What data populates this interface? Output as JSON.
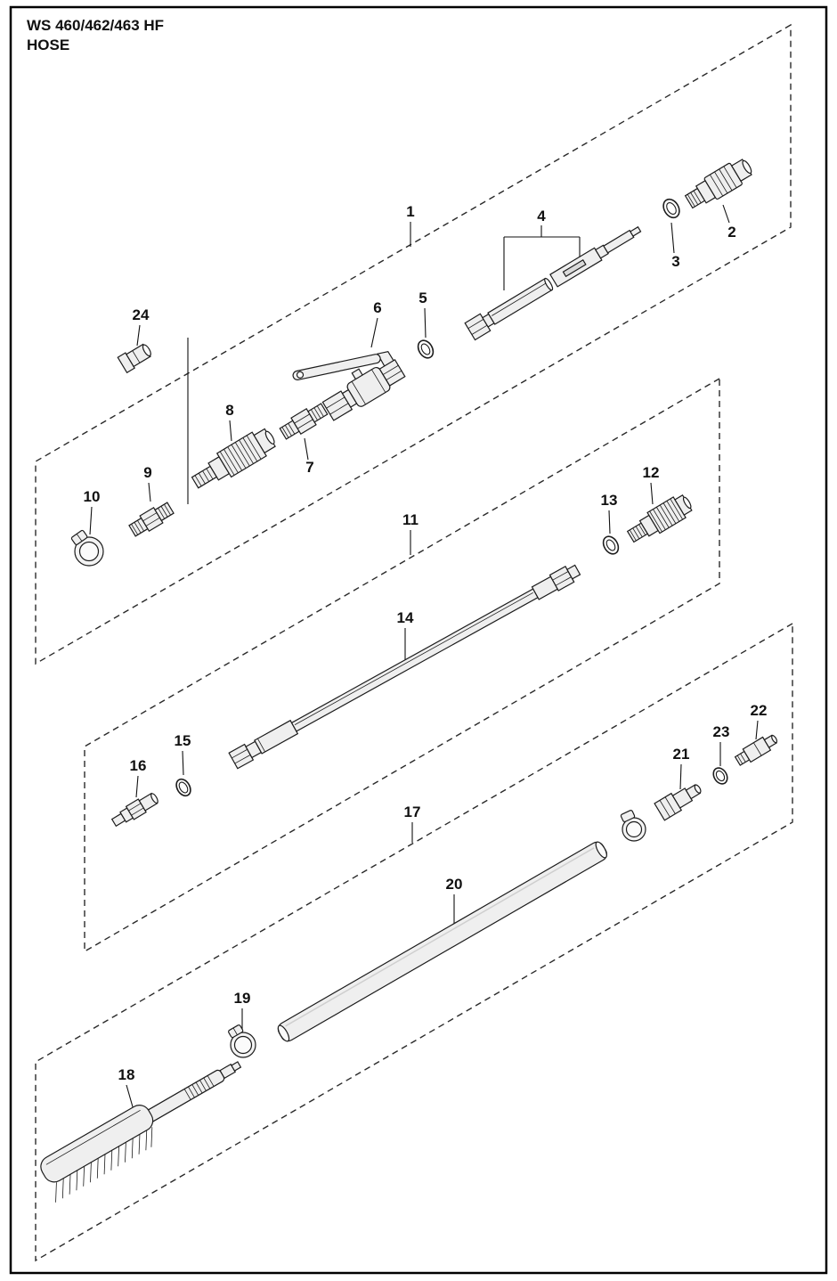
{
  "page": {
    "title_line1": "WS 460/462/463 HF",
    "title_line2": "HOSE"
  },
  "colors": {
    "line": "#1a1a1a",
    "background": "#ffffff"
  },
  "diagram": {
    "type": "exploded-parts-diagram",
    "callouts": [
      "1",
      "2",
      "3",
      "4",
      "5",
      "6",
      "7",
      "8",
      "9",
      "10",
      "11",
      "12",
      "13",
      "14",
      "15",
      "16",
      "17",
      "18",
      "19",
      "20",
      "21",
      "22",
      "23",
      "24"
    ],
    "dashed_group_labels": [
      "1",
      "11",
      "17"
    ]
  }
}
